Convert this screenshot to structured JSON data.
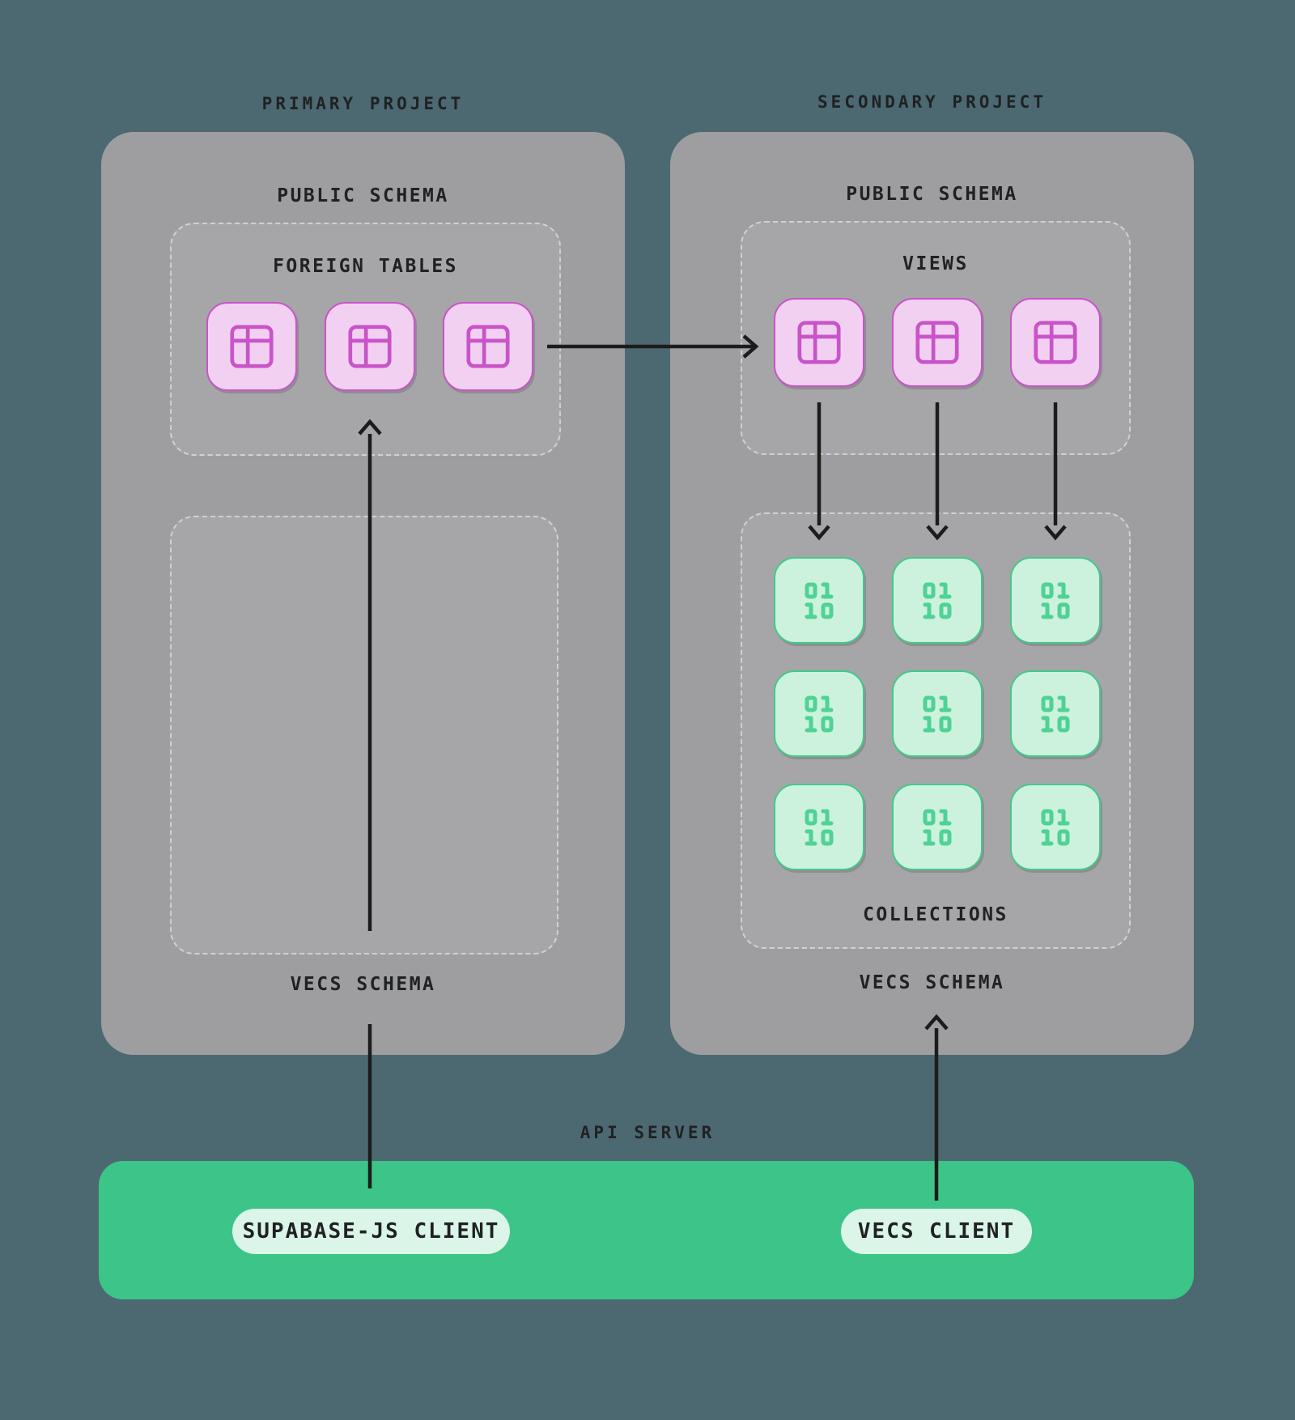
{
  "primary_project": {
    "title": "PRIMARY PROJECT",
    "public_schema_label": "PUBLIC SCHEMA",
    "foreign_tables": {
      "label": "FOREIGN TABLES",
      "tile_count": 3,
      "icon": "table-icon"
    },
    "vecs_schema_label": "VECS SCHEMA"
  },
  "secondary_project": {
    "title": "SECONDARY PROJECT",
    "public_schema_label": "PUBLIC SCHEMA",
    "views": {
      "label": "VIEWS",
      "tile_count": 3,
      "icon": "table-icon"
    },
    "collections": {
      "label": "COLLECTIONS",
      "tile_rows": 3,
      "tile_cols": 3,
      "icon": "binary-icon"
    },
    "vecs_schema_label": "VECS SCHEMA"
  },
  "api_server": {
    "label": "API SERVER",
    "clients": [
      {
        "label": "SUPABASE-JS CLIENT"
      },
      {
        "label": "VECS CLIENT"
      }
    ]
  },
  "colors": {
    "background": "#4c6972",
    "project-box": "#9e9ea0",
    "inner-box": "#a6a6a8",
    "inner-dash": "#d6cbdc",
    "pink-fill": "#f2d0f2",
    "pink-border": "#c854c8",
    "mint-fill": "#ccf2dd",
    "mint-border": "#42c98a",
    "digit-green": "#4fd295",
    "api-bar": "#3cc489",
    "pill-fill": "#dbf5e8",
    "text": "#1f2123",
    "arrow": "#1c1c1c"
  }
}
